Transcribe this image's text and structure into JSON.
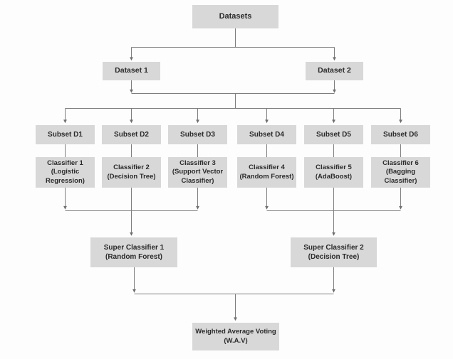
{
  "diagram": {
    "type": "flowchart",
    "colors": {
      "background": "#fdfdfd",
      "node_fill": "#d8d8d8",
      "node_text": "#2a2a2a",
      "line": "#7e7e7e"
    },
    "nodes": {
      "datasets": {
        "label": "Datasets"
      },
      "dataset_1": {
        "label": "Dataset 1"
      },
      "dataset_2": {
        "label": "Dataset 2"
      },
      "subset_d1": {
        "label": "Subset D1"
      },
      "subset_d2": {
        "label": "Subset D2"
      },
      "subset_d3": {
        "label": "Subset D3"
      },
      "subset_d4": {
        "label": "Subset D4"
      },
      "subset_d5": {
        "label": "Subset D5"
      },
      "subset_d6": {
        "label": "Subset D6"
      },
      "classifier_1": {
        "label": "Classifier 1\n(Logistic\nRegression)"
      },
      "classifier_2": {
        "label": "Classifier 2\n(Decision Tree)"
      },
      "classifier_3": {
        "label": "Classifier 3\n(Support Vector\nClassifier)"
      },
      "classifier_4": {
        "label": "Classifier 4\n(Random Forest)"
      },
      "classifier_5": {
        "label": "Classifier 5\n(AdaBoost)"
      },
      "classifier_6": {
        "label": "Classifier 6\n(Bagging\nClassifier)"
      },
      "super_classifier_1": {
        "label": "Super Classifier 1\n(Random Forest)"
      },
      "super_classifier_2": {
        "label": "Super Classifier 2\n(Decision Tree)"
      },
      "weighted_average_voting": {
        "label": "Weighted Average Voting\n(W.A.V)"
      }
    },
    "edges": [
      {
        "from": "datasets",
        "to": [
          "dataset_1",
          "dataset_2"
        ]
      },
      {
        "from": [
          "dataset_1",
          "dataset_2"
        ],
        "to": [
          "subset_d1",
          "subset_d2",
          "subset_d3",
          "subset_d4",
          "subset_d5",
          "subset_d6"
        ]
      },
      {
        "from": "subset_d1",
        "to": "classifier_1"
      },
      {
        "from": "subset_d2",
        "to": "classifier_2"
      },
      {
        "from": "subset_d3",
        "to": "classifier_3"
      },
      {
        "from": "subset_d4",
        "to": "classifier_4"
      },
      {
        "from": "subset_d5",
        "to": "classifier_5"
      },
      {
        "from": "subset_d6",
        "to": "classifier_6"
      },
      {
        "from": [
          "classifier_1",
          "classifier_2",
          "classifier_3"
        ],
        "to": "super_classifier_1"
      },
      {
        "from": [
          "classifier_4",
          "classifier_5",
          "classifier_6"
        ],
        "to": "super_classifier_2"
      },
      {
        "from": [
          "super_classifier_1",
          "super_classifier_2"
        ],
        "to": "weighted_average_voting"
      }
    ]
  }
}
